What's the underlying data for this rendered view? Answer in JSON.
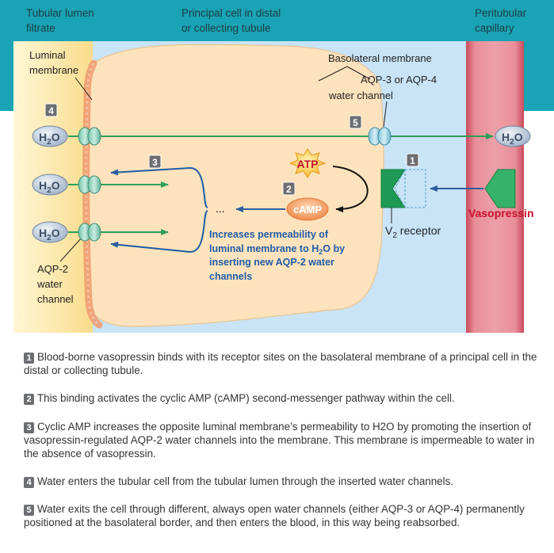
{
  "header": {
    "lumen_label_1": "Tubular lumen",
    "lumen_label_2": "filtrate",
    "cell_label_1": "Principal cell in distal",
    "cell_label_2": "or collecting tubule",
    "capillary_label_1": "Peritubular",
    "capillary_label_2": "capillary"
  },
  "labels": {
    "luminal_1": "Luminal",
    "luminal_2": "membrane",
    "basolateral": "Basolateral membrane",
    "aqp34_1": "AQP-3 or AQP-4",
    "aqp34_2": "water channel",
    "aqp2_1": "AQP-2",
    "aqp2_2": "water",
    "aqp2_3": "channel",
    "h2o_h": "H",
    "h2o_sub": "2",
    "h2o_o": "O",
    "atp": "ATP",
    "camp": "cAMP",
    "ellipsis": "...",
    "effect_1": "Increases permeability of",
    "effect_2a": "luminal membrane to H",
    "effect_2sub": "2",
    "effect_2b": "O by",
    "effect_3": "inserting new AQP-2 water",
    "effect_4": "channels",
    "receptor_v": "V",
    "receptor_sub": "2",
    "receptor_rest": " receptor",
    "vasopressin": "Vasopressin"
  },
  "steps": {
    "s1": "1",
    "s2": "2",
    "s3": "3",
    "s4": "4",
    "s5": "5"
  },
  "notes": [
    {
      "num": "1",
      "text": "Blood-borne vasopressin binds with its receptor sites on the basolateral membrane of a principal cell in the distal or collecting tubule."
    },
    {
      "num": "2",
      "text": "This binding activates the cyclic AMP (cAMP) second-messenger pathway within the cell."
    },
    {
      "num": "3",
      "text": "Cyclic AMP increases the opposite luminal membrane’s permeability to H2O by promoting the insertion of vasopressin-regulated AQP-2 water channels into the membrane. This membrane is impermeable to water in the absence of vasopressin."
    },
    {
      "num": "4",
      "text": "Water enters the tubular cell from the tubular lumen through the inserted water channels."
    },
    {
      "num": "5",
      "text": "Water exits the cell through different, always open water channels (either AQP-3 or AQP-4) permanently positioned at the basolateral border, and then enters the blood, in this way being reabsorbed."
    }
  ],
  "colors": {
    "header_bar": "#1aa3b5",
    "lumen": "#fbe9a6",
    "cell": "#fde3bd",
    "interstitium": "#c9e4f7",
    "capillary": "#e27d88",
    "arrow_green": "#2e9e58",
    "arrow_blue": "#2c5f9e",
    "text_blue": "#1f5ca8",
    "vasopressin_red": "#c8102e"
  }
}
